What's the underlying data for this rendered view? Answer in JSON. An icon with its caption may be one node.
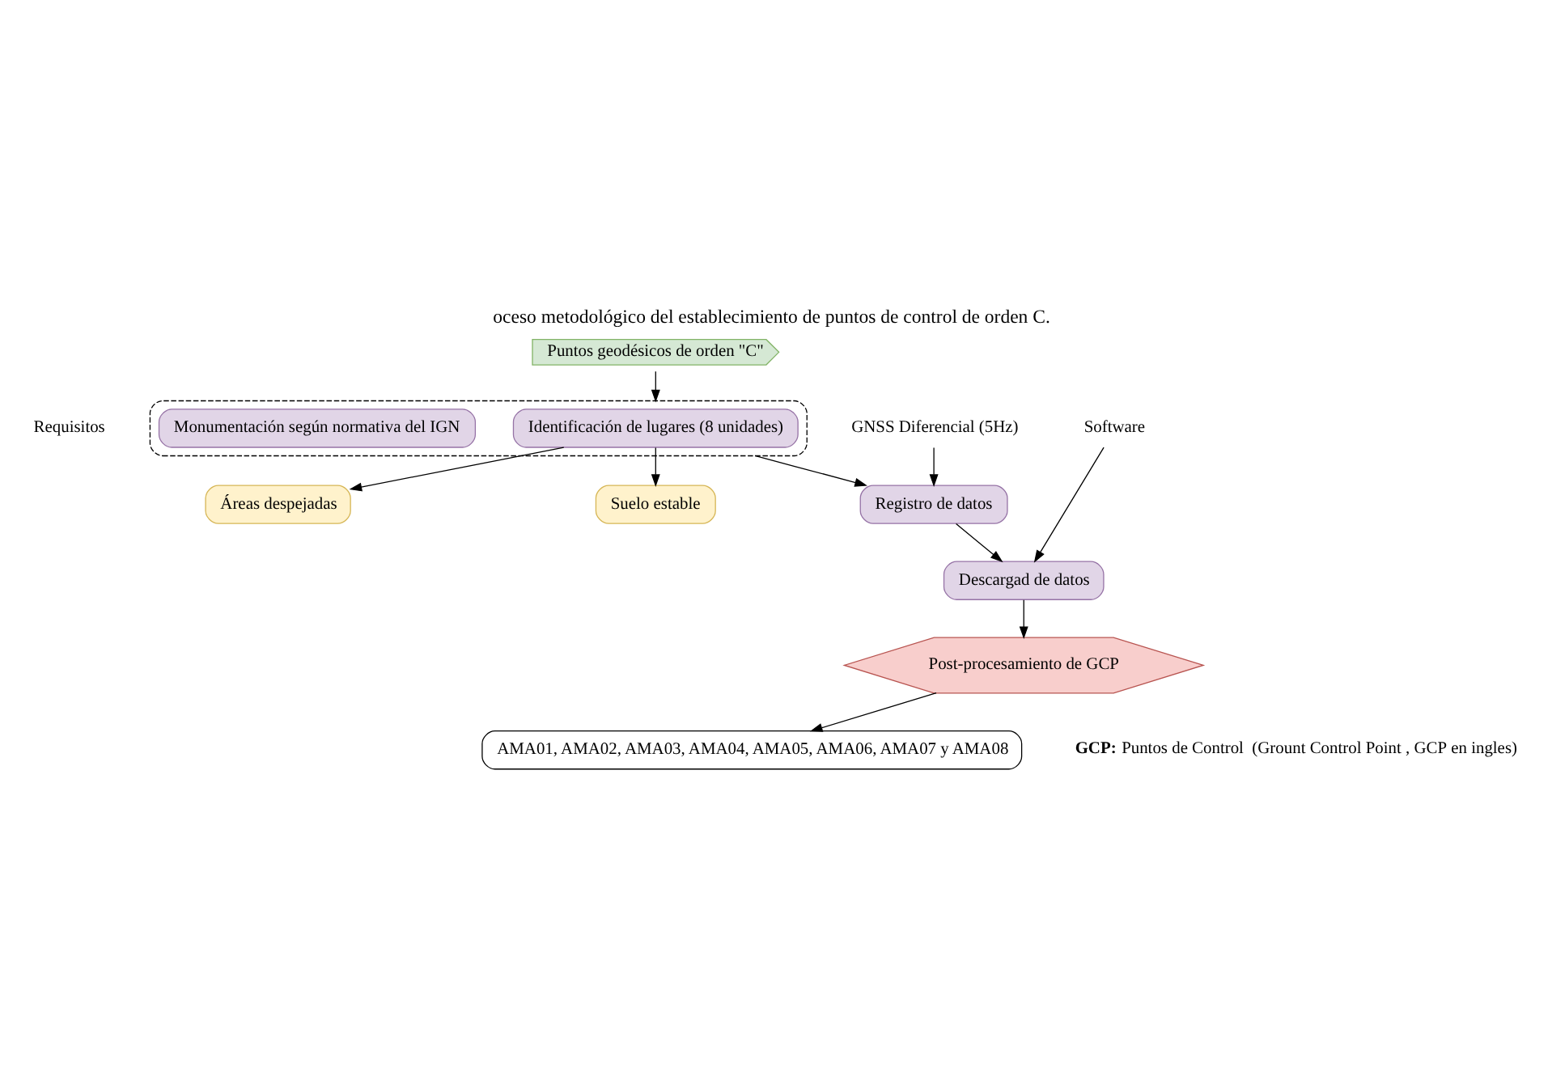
{
  "diagram": {
    "title": "oceso metodológico del establecimiento de puntos de control de orden C.",
    "nodes": [
      {
        "text": [
          "Puntos geodésicos de orden \"C\""
        ]
      },
      {
        "text": [],
        "shape": "box"
      },
      {
        "text": [
          "Identificación de lugares (8 unidades)"
        ],
        "in": 1
      },
      {
        "text": [
          "Monumentación según normativa del IGN"
        ],
        "in": 1
      },
      {
        "text": [
          "Áreas despejadas"
        ]
      },
      {
        "text": [
          "Suelo estable"
        ]
      },
      {
        "text": [
          "GNSS Diferencial (5Hz)"
        ]
      },
      {
        "text": [
          "Registro de datos"
        ]
      },
      {
        "text": [
          "Software"
        ]
      },
      {
        "text": [
          "Descargad de datos"
        ]
      },
      {
        "text": [
          "Post-procesamiento de GCP"
        ]
      },
      {
        "text": [
          "AMA01, AMA02, AMA03, AMA04, AMA05, AMA06, AMA07 y AMA08"
        ]
      }
    ],
    "edges": [
      {
        "from": 0,
        "to": 1,
        "arrow": "to"
      },
      {
        "from": 2,
        "to": 4,
        "arrow": "to"
      },
      {
        "from": 2,
        "to": 5,
        "arrow": "to"
      },
      {
        "from": 1,
        "to": 7,
        "arrow": "to"
      },
      {
        "from": 6,
        "to": 7,
        "arrow": "to"
      },
      {
        "from": 7,
        "to": 9,
        "arrow": "to"
      },
      {
        "from": 8,
        "to": 9,
        "arrow": "to"
      },
      {
        "from": 9,
        "to": 10,
        "arrow": "to"
      },
      {
        "from": 10,
        "to": 11,
        "arrow": "to"
      }
    ],
    "labels": [
      "Requisitos",
      "**GCP:** Puntos de Control  (Grount Control Point , GCP en ingles)"
    ]
  }
}
